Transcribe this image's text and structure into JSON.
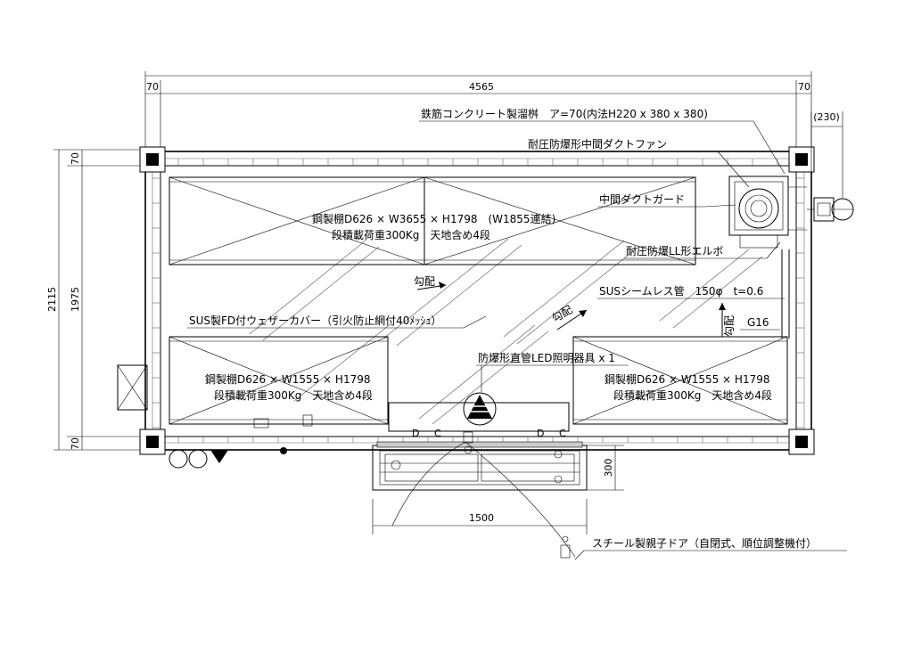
{
  "dimensions": {
    "overall_width": "4565",
    "wall_left": "70",
    "wall_right": "70",
    "overall_height": "2115",
    "inner_height": "1975",
    "wall_top": "70",
    "wall_bottom": "70",
    "pipe_offset": "(230)",
    "pit_depth": "300",
    "door_width": "1500"
  },
  "labels": {
    "concrete_pit": "鉄筋コンクリート製溜桝　ア=70(内法H220 x 380 x 380)",
    "duct_fan": "耐圧防爆形中間ダクトファン",
    "duct_guard": "中間ダクトガード",
    "elbow": "耐圧防爆LL形エルボ",
    "sus_pipe": "SUSシームレス管　150φ　t=0.6",
    "g16": "G16",
    "weather_cover": "SUS製FD付ウェザーカバー（引火防止網付40ﾒｯｼｭ）",
    "led_light": "防爆形直管LED照明器具 x 1",
    "door": "スチール製親子ドア（自閉式、順位調整機付）",
    "slope_1": "勾配",
    "slope_2": "勾配",
    "slope_3": "勾配"
  },
  "shelves": {
    "top_line1": "鋼製棚D626 × W3655 × H1798　(W1855連結)",
    "top_line2": "段積載荷重300Kg　天地含め4段",
    "left_line1": "鋼製棚D626 × W1555 × H1798",
    "left_line2": "段積載荷重300Kg　天地含め4段",
    "right_line1": "鋼製棚D626 × W1555 × H1798",
    "right_line2": "段積載荷重300Kg　天地含め4段"
  },
  "marks": {
    "d1": "D",
    "c1": "C",
    "d2": "D",
    "c2": "C"
  }
}
